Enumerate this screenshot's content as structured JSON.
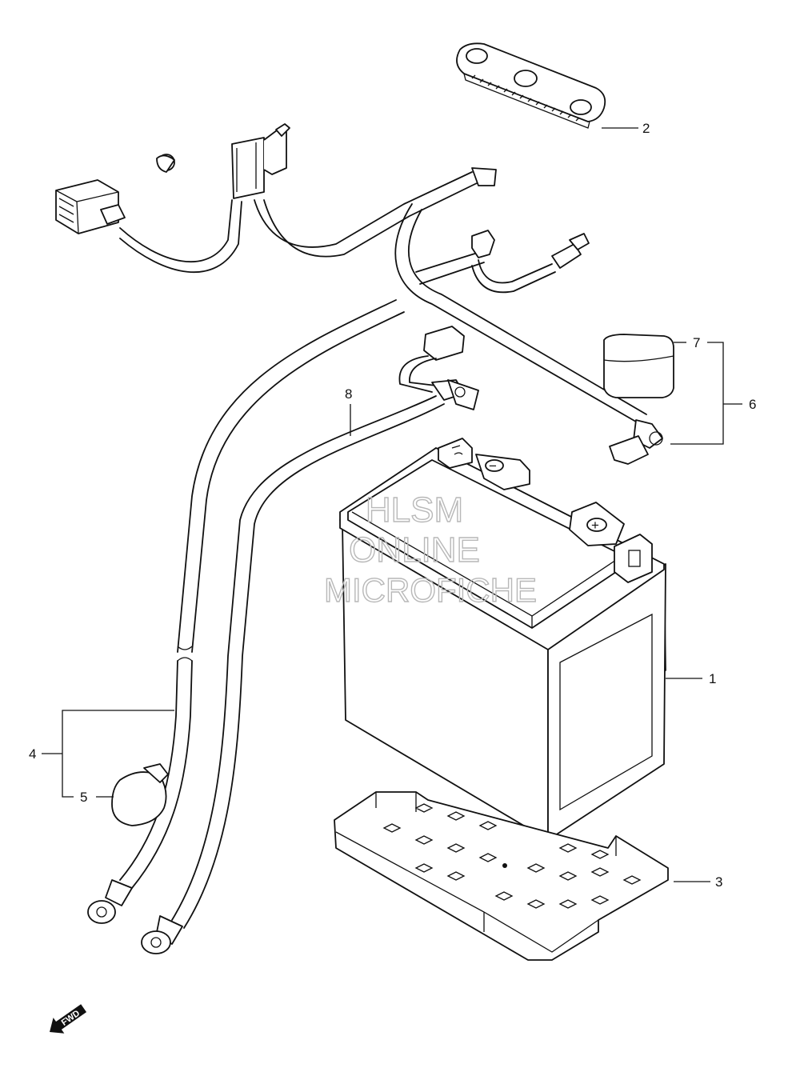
{
  "watermark": {
    "line1": "HLSM",
    "line2": "ONLINE",
    "line3": "MICROFICHE"
  },
  "callouts": [
    {
      "id": "1",
      "label": "1"
    },
    {
      "id": "2",
      "label": "2"
    },
    {
      "id": "3",
      "label": "3"
    },
    {
      "id": "4",
      "label": "4"
    },
    {
      "id": "5",
      "label": "5"
    },
    {
      "id": "6",
      "label": "6"
    },
    {
      "id": "7",
      "label": "7"
    },
    {
      "id": "8",
      "label": "8"
    }
  ],
  "terminal_symbols": {
    "negative": "−",
    "positive": "+"
  },
  "direction_marker": {
    "text": "FWD"
  }
}
